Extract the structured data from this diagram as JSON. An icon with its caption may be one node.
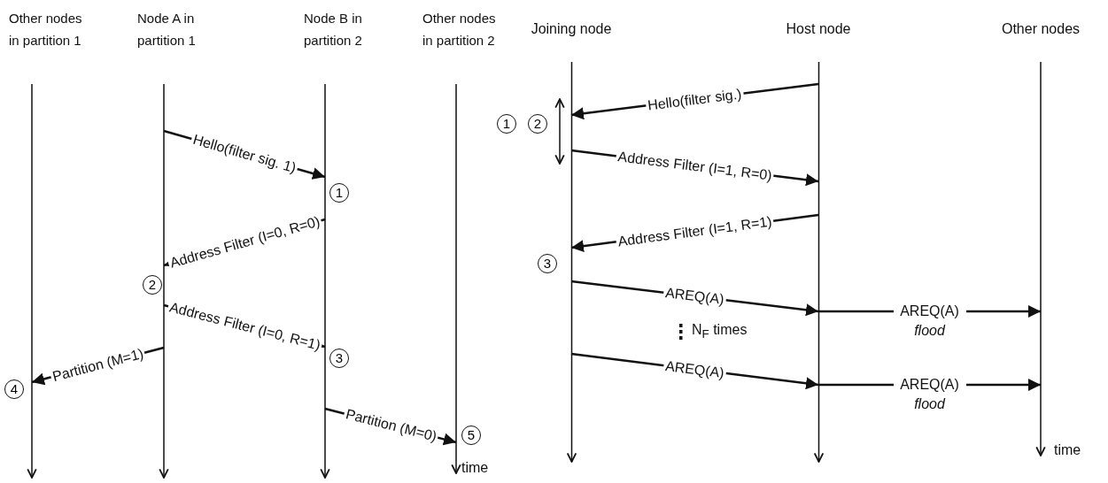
{
  "diagram": {
    "nodes": [
      {
        "text": [
          "Other nodes in partition 1"
        ]
      },
      {
        "text": [
          "Node A in partition 1"
        ]
      },
      {
        "text": [
          "Node B in partition 2"
        ]
      },
      {
        "text": [
          "Other nodes in partition 2"
        ]
      },
      {
        "text": [
          "Joining node"
        ]
      },
      {
        "text": [
          "Host node"
        ]
      },
      {
        "text": [
          "Other nodes"
        ]
      }
    ],
    "edges": [
      {
        "from": 1,
        "to": 2,
        "arrow": "to",
        "label": "Hello(filter sig. 1)"
      },
      {
        "from": 2,
        "to": 1,
        "arrow": "to",
        "label": "Address Filter (I=0, R=0)"
      },
      {
        "from": 1,
        "to": 2,
        "arrow": "to",
        "label": "Address Filter (I=0, R=1)"
      },
      {
        "from": 1,
        "to": 0,
        "arrow": "to",
        "label": "Partition (M=1)"
      },
      {
        "from": 2,
        "to": 3,
        "arrow": "to",
        "label": "Partition (M=0)"
      },
      {
        "from": 5,
        "to": 4,
        "arrow": "to",
        "label": "Hello(filter sig.)"
      },
      {
        "from": 4,
        "to": 5,
        "arrow": "to",
        "label": "Address Filter (I=1, R=0)"
      },
      {
        "from": 5,
        "to": 4,
        "arrow": "to",
        "label": "Address Filter (I=1, R=1)"
      },
      {
        "from": 4,
        "to": 5,
        "arrow": "to",
        "label": "AREQ(A)"
      },
      {
        "from": 5,
        "to": 6,
        "arrow": "to",
        "label": "AREQ(A) *flood*"
      },
      {
        "from": 4,
        "to": 5,
        "arrow": "to",
        "label": "AREQ(A)"
      },
      {
        "from": 5,
        "to": 6,
        "arrow": "to",
        "label": "AREQ(A) *flood*"
      }
    ],
    "labels": [
      "1",
      "2",
      "3",
      "4",
      "5",
      "time",
      "1",
      "2",
      "3",
      "N$_{F}$ times",
      "time"
    ]
  }
}
